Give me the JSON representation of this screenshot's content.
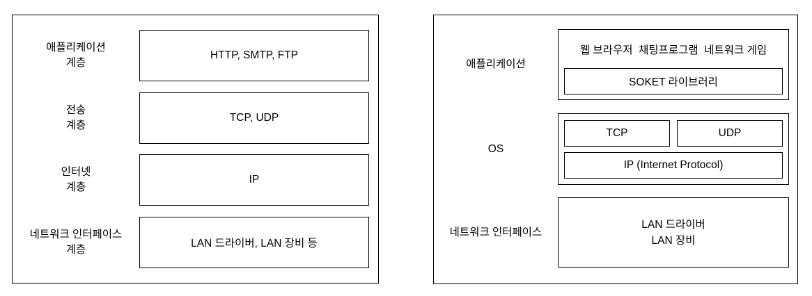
{
  "page": {
    "background_color": "#ffffff",
    "border_color": "#000000",
    "text_color": "#000000"
  },
  "left_diagram": {
    "rows": [
      {
        "label": "애플리케이션\n계층",
        "value": "HTTP, SMTP, FTP"
      },
      {
        "label": "전송\n계층",
        "value": "TCP, UDP"
      },
      {
        "label": "인터넷\n계층",
        "value": "IP"
      },
      {
        "label": "네트워크 인터페이스\n계층",
        "value": "LAN 드라이버, LAN 장비 등"
      }
    ]
  },
  "right_diagram": {
    "sections": [
      {
        "label": "애플리케이션",
        "apps": "웹 브라우저  채팅프로그램  네트워크 게임",
        "library": "SOKET 라이브러리"
      },
      {
        "label": "OS",
        "tcp": "TCP",
        "udp": "UDP",
        "ip": "IP (Internet Protocol)"
      },
      {
        "label": "네트워크 인터페이스",
        "value": "LAN 드라이버\nLAN 장비"
      }
    ]
  }
}
